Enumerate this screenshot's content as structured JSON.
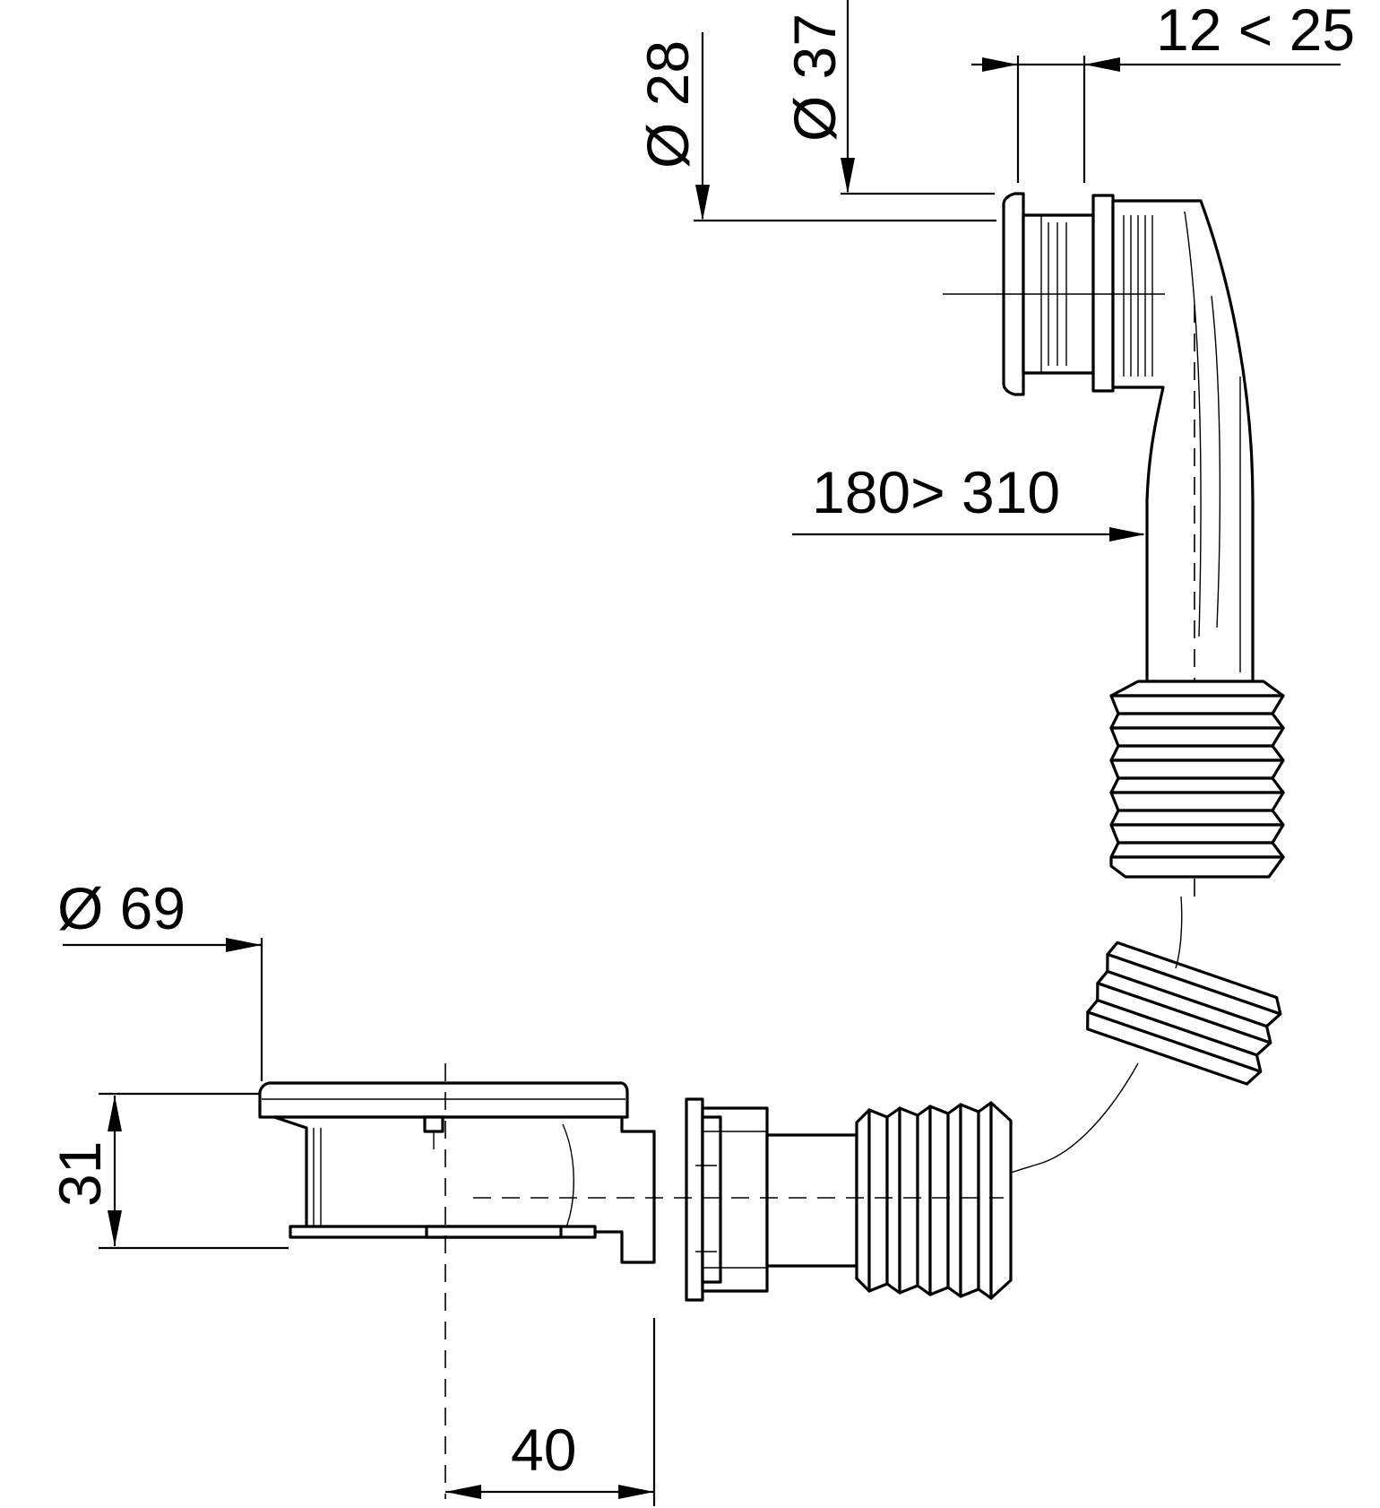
{
  "dimensions": {
    "dia_28": "Ø 28",
    "dia_37": "Ø 37",
    "range_12_25": "12 < 25",
    "range_180_310": "180> 310",
    "dia_69": "Ø 69",
    "height_31": "31",
    "offset_40": "40"
  },
  "colors": {
    "line": "#000000",
    "background": "#ffffff"
  }
}
